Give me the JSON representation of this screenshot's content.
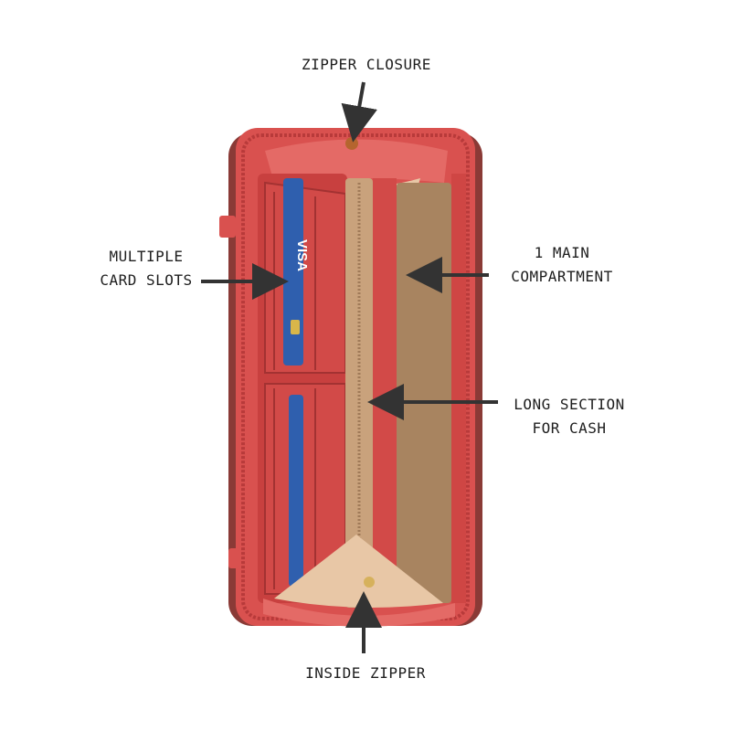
{
  "annotations": {
    "zipper_closure": "ZIPPER CLOSURE",
    "card_slots": [
      "MULTIPLE",
      "CARD SLOTS"
    ],
    "main_compartment": [
      "1 MAIN",
      "COMPARTMENT"
    ],
    "long_section": [
      "LONG SECTION",
      "FOR CASH"
    ],
    "inside_zipper": "INSIDE ZIPPER"
  },
  "card_brand": "VISA",
  "colors": {
    "wallet_red": "#d9514f",
    "wallet_dark_red": "#b83a3a",
    "lining_tan": "#c9a27c",
    "lining_dark": "#a07a58",
    "card_blue": "#2f5fae",
    "arrow": "#333333"
  }
}
